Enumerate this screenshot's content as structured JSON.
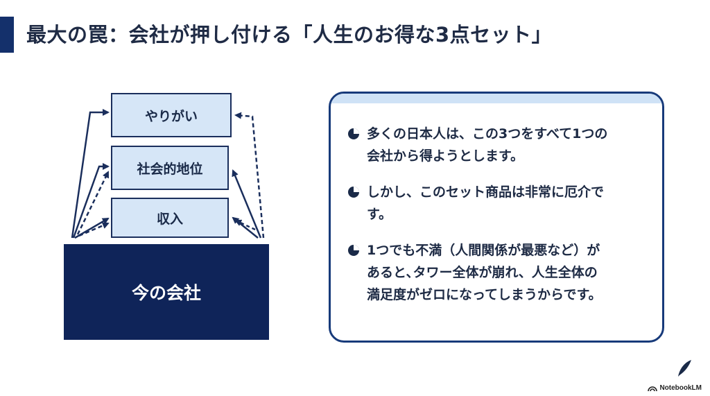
{
  "title": "最大の罠：会社が押し付ける「人生のお得な3点セット」",
  "diagram": {
    "tiers": [
      "やりがい",
      "社会的地位",
      "収入"
    ],
    "base": "今の会社"
  },
  "bullets": [
    "多くの日本人は、この3つをすべて1つの\n会社から得ようとします。",
    "しかし、このセット商品は非常に厄介で\nす。",
    "1つでも不満（人間関係が最悪など）が\nあると､タワー全体が崩れ、人生全体の\n満足度がゼロになってしまうからです。"
  ],
  "logo": "NotebookLM",
  "colors": {
    "title_accent": "#14306b",
    "base_fill": "#0f2459",
    "tier_fill": "#d6e6f7",
    "panel_border": "#173a7a"
  }
}
